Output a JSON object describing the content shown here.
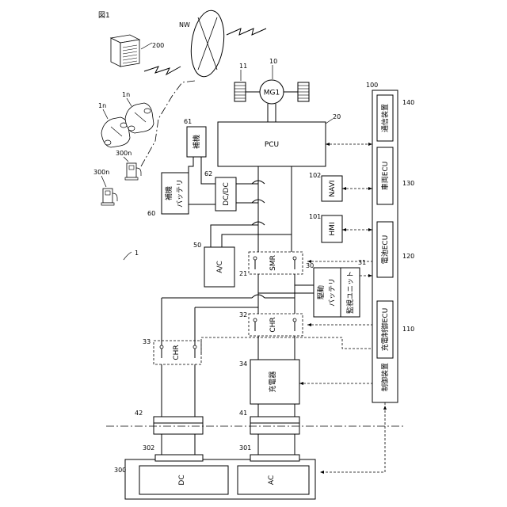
{
  "figure_label": "図1",
  "refs": {
    "system": "1",
    "vehicle_a": "1n",
    "vehicle_b": "1n",
    "control_device": "100",
    "charge_ecu": "110",
    "battery_ecu": "120",
    "vehicle_ecu": "130",
    "comm_device": "140",
    "pcu": "20",
    "smr": "21",
    "battery": "30",
    "monitor_unit": "31",
    "chr_main": "32",
    "chr_dc": "33",
    "charger": "34",
    "inlet_ac": "41",
    "inlet_dc": "42",
    "ac_unit": "50",
    "aux_battery": "60",
    "aux_load": "61",
    "dcdc": "62",
    "wheel": "11",
    "motor": "10",
    "hmi": "101",
    "navi": "102",
    "server": "200",
    "station": "300",
    "station_a": "300n",
    "station_b": "300n",
    "connector_ac": "301",
    "connector_dc": "302",
    "network": "NW"
  },
  "labels": {
    "control_device": "制御装置",
    "charge_ecu": "充電制御ECU",
    "battery_ecu": "電池ECU",
    "vehicle_ecu": "車両ECU",
    "comm_device": "通信装置",
    "pcu": "PCU",
    "motor": "MG1",
    "smr": "SMR",
    "chr_main": "CHR",
    "chr_dc": "CHR",
    "charger": "充電器",
    "battery_line1": "駆動",
    "battery_line2": "バッテリ",
    "monitor_unit": "監視ユニット",
    "ac_unit": "A/C",
    "dcdc": "DC/DC",
    "aux_battery_line1": "補機",
    "aux_battery_line2": "バッテリ",
    "aux_load": "補機",
    "hmi": "HMI",
    "navi": "NAVI",
    "station_ac": "AC",
    "station_dc": "DC"
  }
}
